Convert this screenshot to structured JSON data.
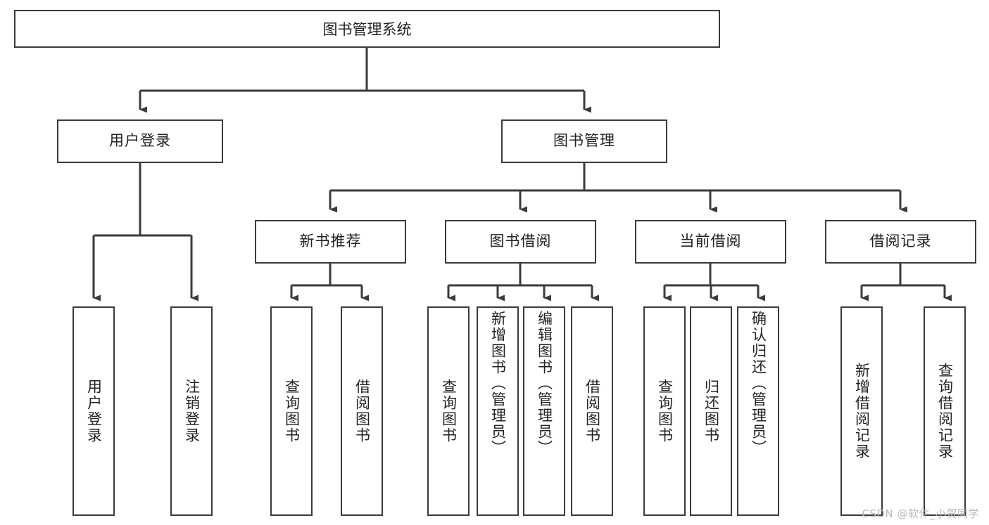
{
  "diagram": {
    "type": "hierarchy-tree",
    "title": "图书管理系统",
    "root": {
      "label": "图书管理系统"
    },
    "level2": [
      {
        "label": "用户登录"
      },
      {
        "label": "图书管理"
      }
    ],
    "level3": [
      {
        "label": "新书推荐"
      },
      {
        "label": "图书借阅"
      },
      {
        "label": "当前借阅"
      },
      {
        "label": "借阅记录"
      }
    ],
    "leaves": [
      {
        "label": "用户登录",
        "parent": "用户登录"
      },
      {
        "label": "注销登录",
        "parent": "用户登录"
      },
      {
        "label": "查询图书",
        "parent": "新书推荐"
      },
      {
        "label": "借阅图书",
        "parent": "新书推荐"
      },
      {
        "label": "查询图书",
        "parent": "图书借阅"
      },
      {
        "label": "新增图书（管理员）",
        "parent": "图书借阅"
      },
      {
        "label": "编辑图书（管理员）",
        "parent": "图书借阅"
      },
      {
        "label": "借阅图书",
        "parent": "图书借阅"
      },
      {
        "label": "查询图书",
        "parent": "当前借阅"
      },
      {
        "label": "归还图书",
        "parent": "当前借阅"
      },
      {
        "label": "确认归还（管理员）",
        "parent": "当前借阅"
      },
      {
        "label": "新增借阅记录",
        "parent": "借阅记录"
      },
      {
        "label": "查询借阅记录",
        "parent": "借阅记录"
      }
    ]
  },
  "watermark": {
    "text": "CSDN @软件_小贺同学"
  },
  "colors": {
    "stroke": "#3b3b3b",
    "text": "#222222",
    "background": "#ffffff",
    "watermark": "#b9b9b9"
  }
}
